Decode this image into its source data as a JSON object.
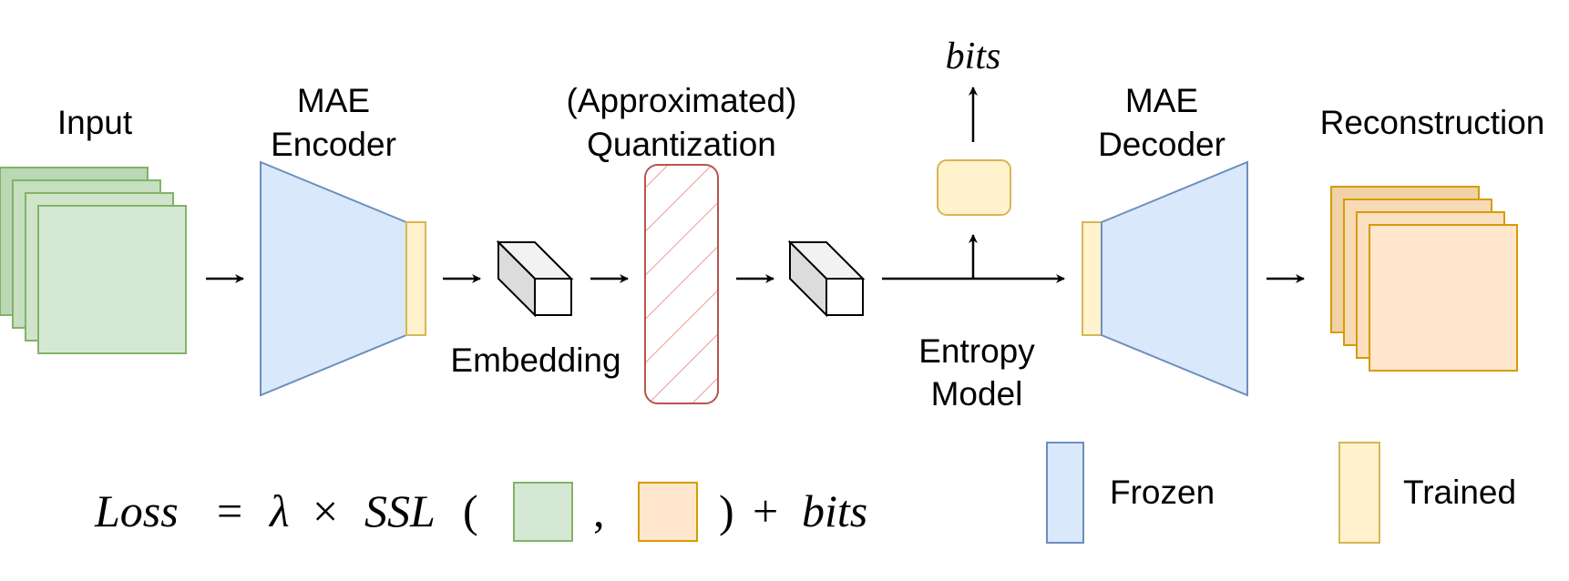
{
  "labels": {
    "input": "Input",
    "encoder_line1": "MAE",
    "encoder_line2": "Encoder",
    "embedding": "Embedding",
    "quant_line1": "(Approximated)",
    "quant_line2": "Quantization",
    "bits_top": "bits",
    "entropy_line1": "Entropy",
    "entropy_line2": "Model",
    "decoder_line1": "MAE",
    "decoder_line2": "Decoder",
    "reconstruction": "Reconstruction"
  },
  "legend": {
    "frozen": "Frozen",
    "trained": "Trained"
  },
  "formula": {
    "loss": "Loss",
    "equals": "=",
    "lambda": "λ",
    "times": "×",
    "ssl": "SSL",
    "open_paren": "(",
    "comma": ",",
    "close_paren": ")",
    "plus": "+",
    "bits": "bits"
  },
  "colors": {
    "frozen_fill": "#dae8fc",
    "frozen_stroke": "#6c8ebf",
    "trained_fill": "#fff2cc",
    "trained_stroke": "#d6b656",
    "input_fill": "#d5e8d4",
    "input_stroke": "#82b366",
    "recon_fill": "#ffe6cc",
    "recon_stroke": "#d79b00",
    "quant_stroke": "#b85450"
  }
}
